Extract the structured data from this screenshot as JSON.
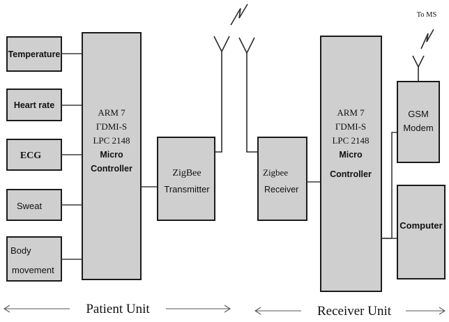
{
  "sensors": [
    {
      "id": "temperature",
      "label": "Temperature"
    },
    {
      "id": "heart-rate",
      "label": "Heart rate"
    },
    {
      "id": "ecg",
      "label": "ECG"
    },
    {
      "id": "sweat",
      "label": "Sweat"
    },
    {
      "id": "body-movement",
      "label_line1": "Body",
      "label_line2": "movement"
    }
  ],
  "patient_mcu": {
    "line1": "ARM 7",
    "line2": "ΓDMI-S",
    "line3": "LPC 2148",
    "line4": "Micro",
    "line5": "Controller"
  },
  "zigbee_tx": {
    "line1": "ZigBee",
    "line2": "Transmitter"
  },
  "zigbee_rx": {
    "line1": "Zigbee",
    "line2": "Receiver"
  },
  "receiver_mcu": {
    "line1": "ARM 7",
    "line2": "ΓDMI-S",
    "line3": "LPC 2148",
    "line4": "Micro",
    "line5": "Controller"
  },
  "gsm": {
    "line1": "GSM",
    "line2": "Modem"
  },
  "computer": {
    "label": "Computer"
  },
  "to_ms": "To MS",
  "footer": {
    "patient_unit": "Patient Unit",
    "receiver_unit": "Receiver Unit"
  }
}
